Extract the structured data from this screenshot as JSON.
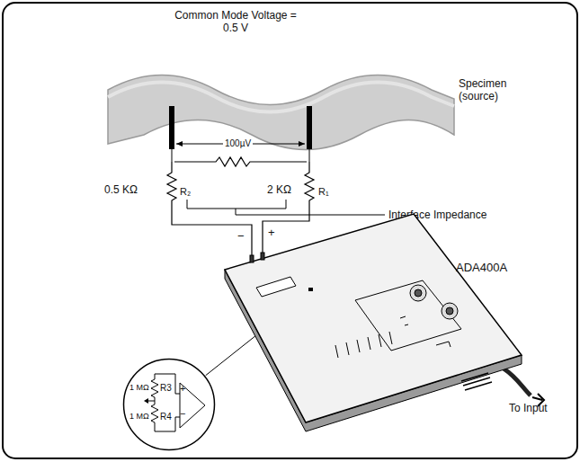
{
  "diagram": {
    "nodes": [
      {
        "text": [
          "ADA400A"
        ]
      },
      {
        "text": [
          "1 MΩ",
          "R3",
          "+",
          "1 MΩ",
          "R4",
          "−"
        ]
      }
    ],
    "edges": [
      {
        "from": 0,
        "to": 1,
        "arrow": "none"
      }
    ],
    "labels": [
      "Common Mode Voltage = 0.5 V",
      "Specimen (source)",
      "100µV",
      "0.5 KΩ",
      "R₂",
      "2 KΩ",
      "R₁",
      "Interface Impedance",
      "−",
      "+",
      "To Input"
    ]
  }
}
